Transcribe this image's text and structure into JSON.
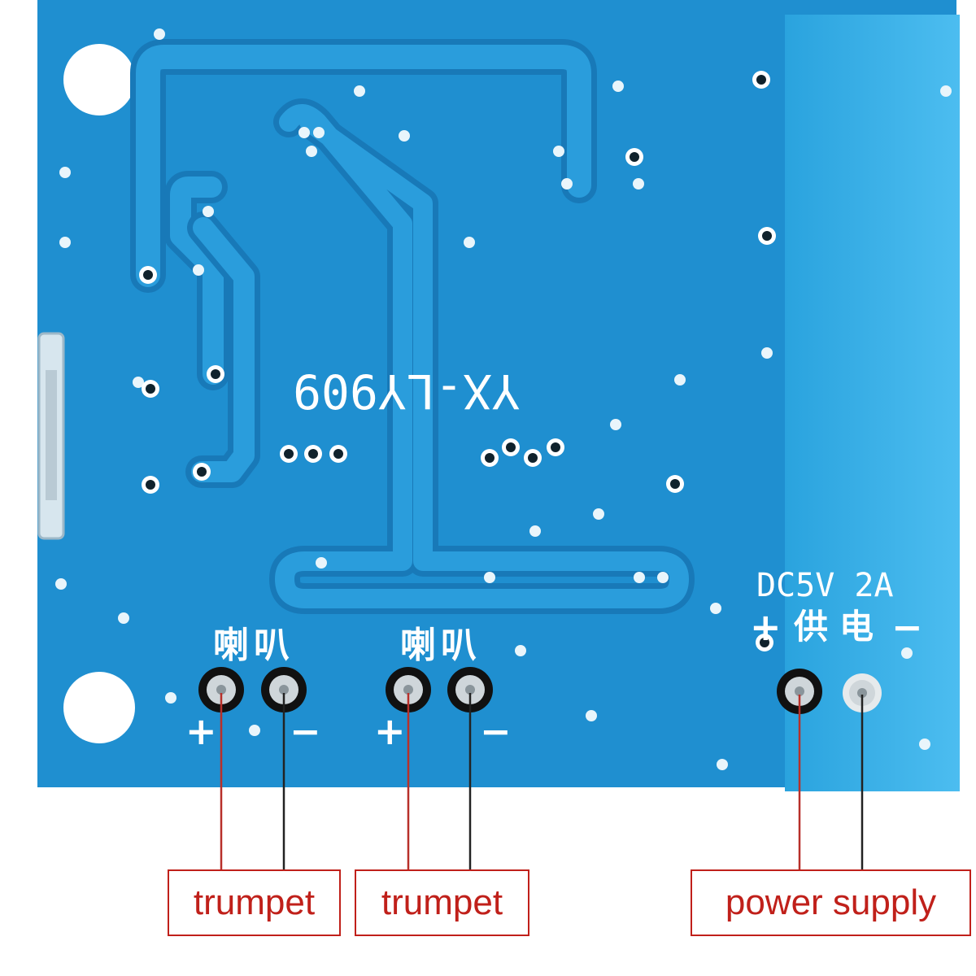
{
  "board": {
    "model": "YX-LY909",
    "rating": "DC5V 2A",
    "speaker_label": "喇叭",
    "plus": "+",
    "minus": "−",
    "supply_plus": "+",
    "supply_text": "供电",
    "supply_minus": "−"
  },
  "callouts": [
    {
      "id": "trumpet-1",
      "text": "trumpet"
    },
    {
      "id": "trumpet-2",
      "text": "trumpet"
    },
    {
      "id": "power",
      "text": "power supply"
    }
  ],
  "colors": {
    "pcb": "#1f8fd0",
    "pcb_dark": "#177ab6",
    "module": "#3ab0e6",
    "trace": "#1a86c8",
    "silkscreen": "#ffffff",
    "callout": "#c0201a",
    "line_red": "#b8302a",
    "line_dark": "#222222"
  }
}
